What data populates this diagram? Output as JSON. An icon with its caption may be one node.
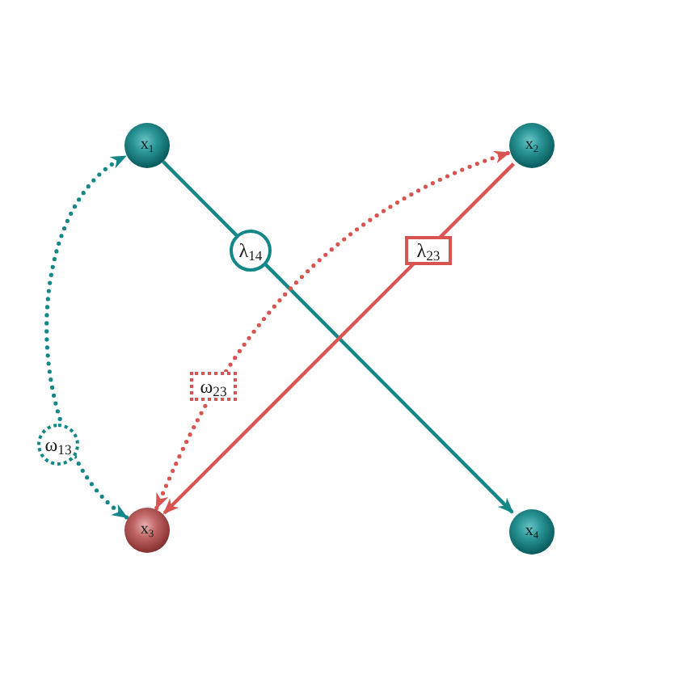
{
  "diagram": {
    "nodes": [
      {
        "text": [
          "x$_{1}$"
        ]
      },
      {
        "text": [
          "x$_{2}$"
        ]
      },
      {
        "text": [
          "x$_{3}$"
        ]
      },
      {
        "text": [
          "x$_{4}$"
        ]
      }
    ],
    "edges": [
      {
        "from": 0,
        "to": 3,
        "arrow": "to",
        "label": "λ$_{14}$",
        "color": "#138787"
      },
      {
        "from": 1,
        "to": 2,
        "arrow": "to",
        "label": "λ$_{23}$",
        "color": "#d95450"
      },
      {
        "from": 2,
        "to": 0,
        "arrow": "both",
        "label": "ω$_{13}$",
        "style": "dashed",
        "color": "#138787"
      },
      {
        "from": 2,
        "to": 1,
        "arrow": "both",
        "label": "ω$_{23}$",
        "style": "dashed",
        "color": "#d95450"
      }
    ]
  }
}
